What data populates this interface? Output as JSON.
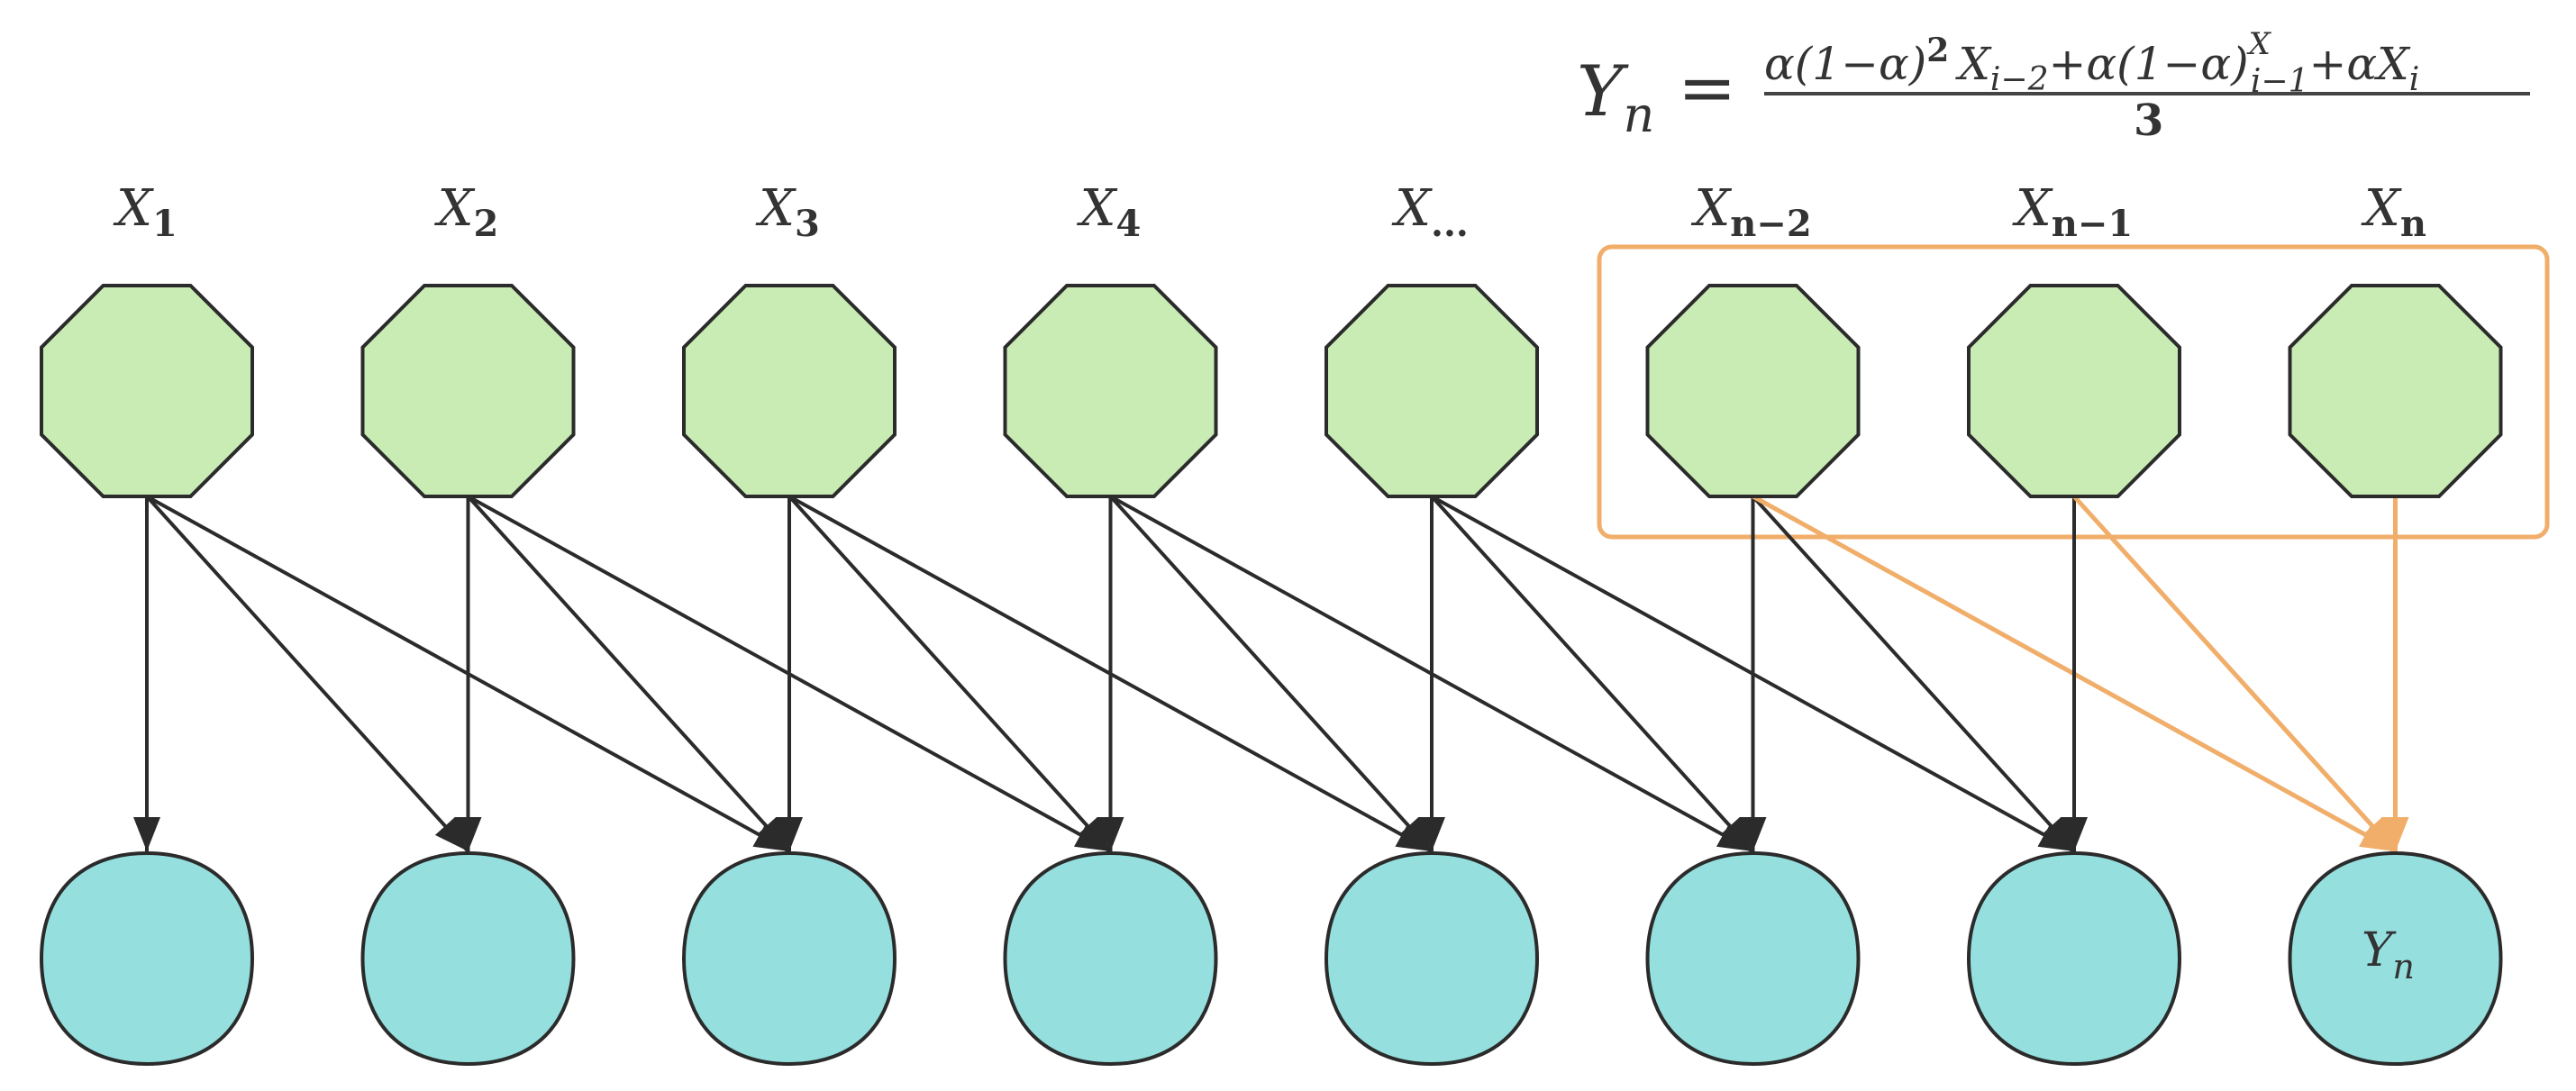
{
  "formula": {
    "lhs": "Y",
    "lhs_sub": "n",
    "equals": "=",
    "numerator": {
      "t1_coef": "α(1−α)",
      "t1_exp": "2",
      "t1_var": "X",
      "t1_sub": "i−2",
      "plus1": "+",
      "t2_coef": "α(1−α)",
      "t2_sup": "X",
      "t2_sub": "i−1",
      "plus2": "+",
      "t3": "αX",
      "t3_sub": "i"
    },
    "denominator": "3"
  },
  "inputs": [
    {
      "var": "X",
      "sub": "1"
    },
    {
      "var": "X",
      "sub": "2"
    },
    {
      "var": "X",
      "sub": "3"
    },
    {
      "var": "X",
      "sub": "4"
    },
    {
      "var": "X",
      "sub": "..."
    },
    {
      "var": "X",
      "sub": "n−2"
    },
    {
      "var": "X",
      "sub": "n−1"
    },
    {
      "var": "X",
      "sub": "n"
    }
  ],
  "output_label": {
    "var": "Y",
    "sub": "n"
  },
  "colors": {
    "input_fill": "#c8ecb4",
    "output_fill": "#95dfdf",
    "edge": "#2b2b2b",
    "highlight": "#f0ae6a"
  }
}
